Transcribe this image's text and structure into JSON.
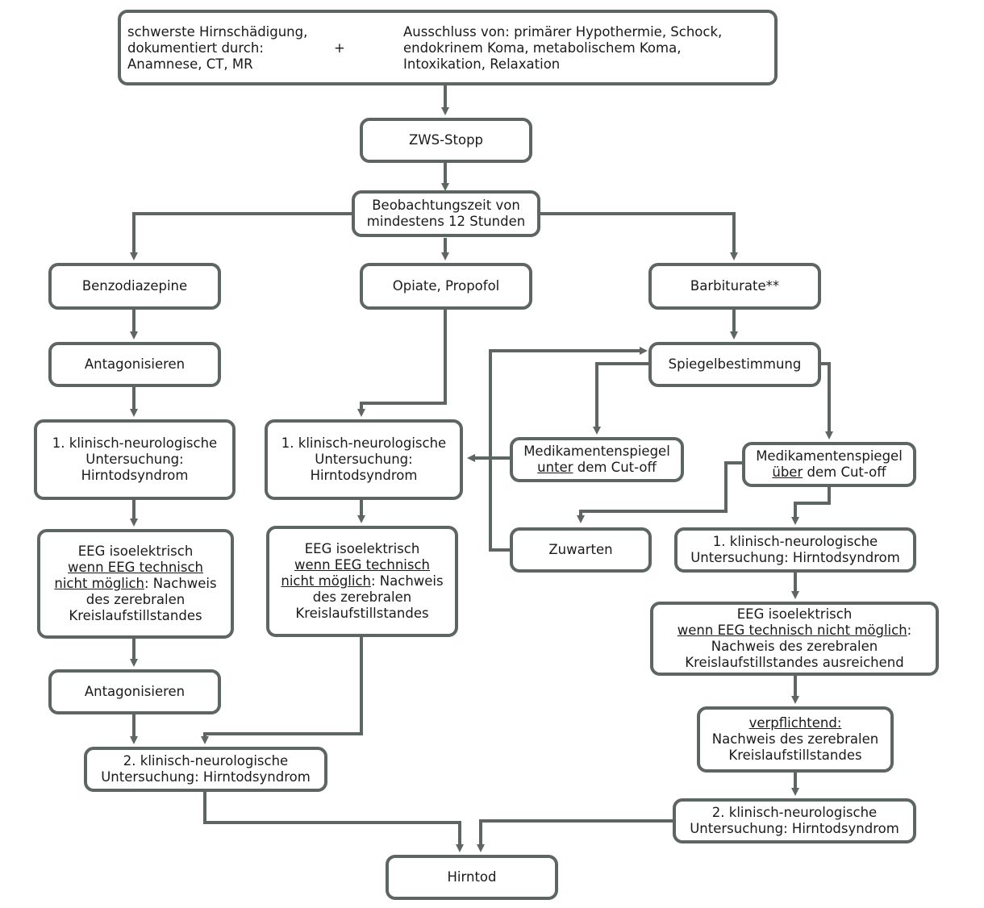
{
  "top": {
    "left_lines": [
      "schwerste Hirnschädigung,",
      "dokumentiert durch:",
      "Anamnese, CT, MR"
    ],
    "plus": "+",
    "right_lines": [
      "Ausschluss von: primärer Hypothermie, Schock,",
      "endokrinem Koma, metabolischem Koma,",
      "Intoxikation, Relaxation"
    ]
  },
  "zws_stopp": "ZWS-Stopp",
  "beobachtung": [
    "Beobachtungszeit von",
    "mindestens 12 Stunden"
  ],
  "left": {
    "benzo": "Benzodiazepine",
    "antagonisieren_1": "Antagonisieren",
    "untersuchung_1": [
      "1. klinisch-neurologische",
      "Untersuchung:",
      "Hirntodsyndrom"
    ],
    "eeg": {
      "line1": "EEG isoelektrisch",
      "line2_u": "wenn EEG technisch",
      "line3_u": "nicht möglich",
      "line3_rest": ": Nachweis",
      "line4": "des zerebralen",
      "line5": "Kreislaufstillstandes"
    },
    "antagonisieren_2": "Antagonisieren",
    "untersuchung_2": [
      "2. klinisch-neurologische",
      "Untersuchung: Hirntodsyndrom"
    ]
  },
  "middle": {
    "opiate": "Opiate, Propofol",
    "untersuchung_1": [
      "1. klinisch-neurologische",
      "Untersuchung:",
      "Hirntodsyndrom"
    ],
    "eeg": {
      "line1": "EEG isoelektrisch",
      "line2_u": "wenn EEG technisch",
      "line3_u": "nicht möglich",
      "line3_rest": ": Nachweis",
      "line4": "des zerebralen",
      "line5": "Kreislaufstillstandes"
    }
  },
  "right": {
    "barbiturate": "Barbiturate**",
    "spiegel": "Spiegelbestimmung",
    "unter": {
      "line1": "Medikamentenspiegel",
      "u": "unter",
      "rest": " dem Cut-off"
    },
    "ueber": {
      "line1": "Medikamentenspiegel",
      "u": "über",
      "rest": " dem Cut-off"
    },
    "zuwarten": "Zuwarten",
    "untersuchung_1": [
      "1. klinisch-neurologische",
      "Untersuchung: Hirntodsyndrom"
    ],
    "eeg": {
      "line1": "EEG isoelektrisch",
      "line2_u": "wenn EEG technisch nicht möglich",
      "line2_rest": ":",
      "line3": "Nachweis des zerebralen",
      "line4": "Kreislaufstillstandes ausreichend"
    },
    "pflicht": {
      "u": "verpflichtend:",
      "line2": "Nachweis des zerebralen",
      "line3": "Kreislaufstillstandes"
    },
    "untersuchung_2": [
      "2. klinisch-neurologische",
      "Untersuchung: Hirntodsyndrom"
    ]
  },
  "hirntod": "Hirntod",
  "colors": {
    "stroke": "#5d6660",
    "text": "#1a1a1a"
  }
}
